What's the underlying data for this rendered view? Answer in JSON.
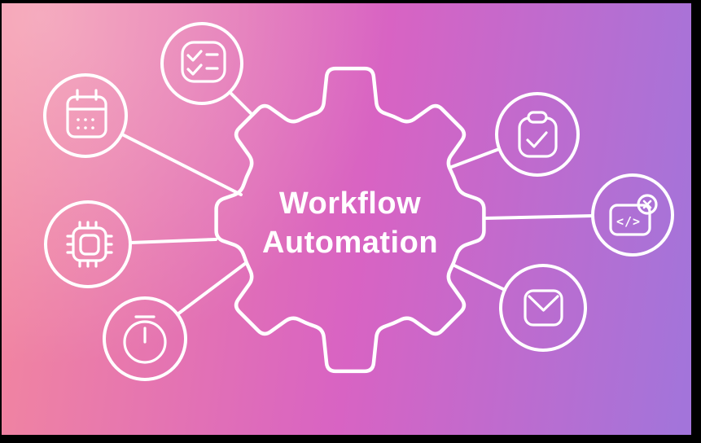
{
  "illustration": {
    "title_line1": "Workflow",
    "title_line2": "Automation",
    "code_symbol": "</>"
  },
  "colors": {
    "frame": "#000000",
    "gradient_left": "#f2869f",
    "gradient_mid": "#d863c3",
    "gradient_right": "#a374da",
    "stroke": "#ffffff"
  },
  "nodes": [
    {
      "id": "task-checklist",
      "icon": "checklist-icon"
    },
    {
      "id": "calendar-schedule",
      "icon": "calendar-icon"
    },
    {
      "id": "processor-chip",
      "icon": "chip-icon"
    },
    {
      "id": "timer",
      "icon": "stopwatch-icon"
    },
    {
      "id": "clipboard-tasks",
      "icon": "clipboard-check-icon"
    },
    {
      "id": "code-error",
      "icon": "code-error-icon"
    },
    {
      "id": "email",
      "icon": "mail-icon"
    }
  ]
}
